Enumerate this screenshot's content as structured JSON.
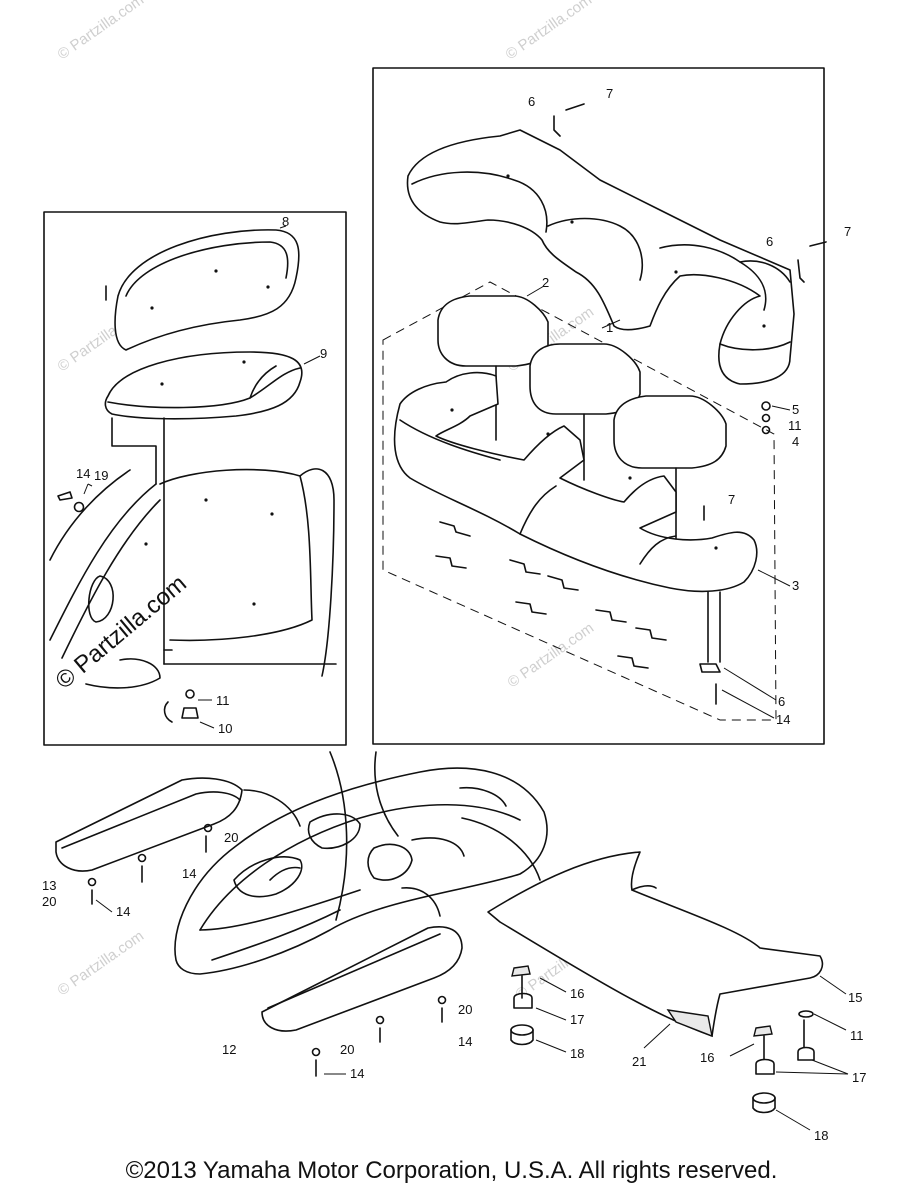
{
  "watermarks": {
    "faint": "© Partzilla.com",
    "bold": "© Partzilla.com"
  },
  "callouts": {
    "c1": "1",
    "c2": "2",
    "c3": "3",
    "c4": "4",
    "c5": "5",
    "c6a": "6",
    "c6b": "6",
    "c6c": "6",
    "c7a": "7",
    "c7b": "7",
    "c7c": "7",
    "c8": "8",
    "c9": "9",
    "c10": "10",
    "c11a": "11",
    "c11b": "11",
    "c11c": "11",
    "c12": "12",
    "c13": "13",
    "c14a": "14",
    "c14b": "14",
    "c14c": "14",
    "c14d": "14",
    "c14e": "14",
    "c14f": "14",
    "c15": "15",
    "c16a": "16",
    "c16b": "16",
    "c17a": "17",
    "c17b": "17",
    "c18a": "18",
    "c18b": "18",
    "c19": "19",
    "c20a": "20",
    "c20b": "20",
    "c20c": "20",
    "c20d": "20",
    "c21": "21"
  },
  "footer": {
    "copyright": "©2013 Yamaha Motor Corporation, U.S.A. All rights reserved."
  }
}
